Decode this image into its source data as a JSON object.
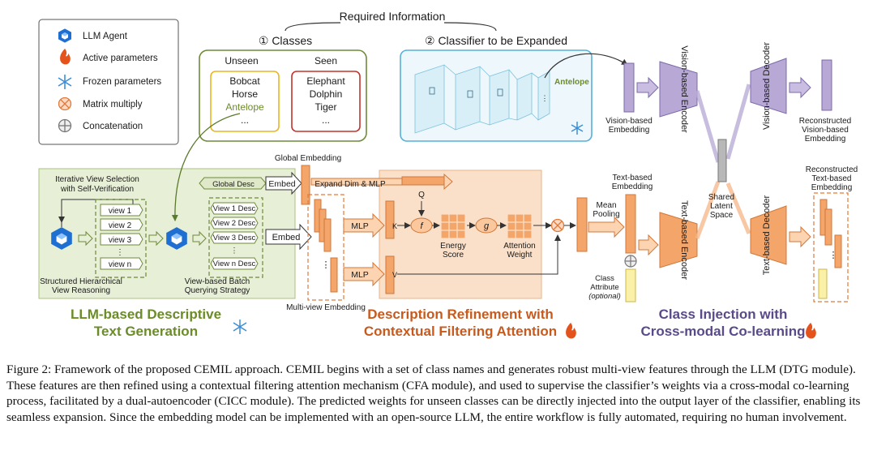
{
  "legend": {
    "llm_agent": "LLM Agent",
    "active": "Active parameters",
    "frozen": "Frozen parameters",
    "matmul": "Matrix multiply",
    "concat": "Concatenation"
  },
  "required": {
    "title": "Required Information",
    "classes_title": "① Classes",
    "classifier_title": "② Classifier to be Expanded",
    "unseen_label": "Unseen",
    "seen_label": "Seen",
    "unseen": [
      "Bobcat",
      "Horse",
      "Antelope",
      "..."
    ],
    "seen": [
      "Elephant",
      "Dolphin",
      "Tiger",
      "..."
    ],
    "new_class": "Antelope"
  },
  "dtg": {
    "iter_title_1": "Iterative View Selection",
    "iter_title_2": "with Self-Verification",
    "views": [
      "view 1",
      "view 2",
      "view 3",
      "⋮",
      "view n"
    ],
    "descs": [
      "View 1 Desc",
      "View 2 Desc",
      "View 3 Desc",
      "⋮",
      "View n Desc"
    ],
    "global_desc": "Global Desc",
    "embed": "Embed",
    "reason_1": "Structured Hierarchical",
    "reason_2": "View Reasoning",
    "query_1": "View-based Batch",
    "query_2": "Querying Strategy",
    "title_1": "LLM-based Descriptive",
    "title_2": "Text Generation"
  },
  "cfa": {
    "global_embedding": "Global Embedding",
    "expand": "Expand Dim & MLP",
    "q": "Q",
    "k": "K",
    "v": "V",
    "mlp": "MLP",
    "f": "f",
    "g": "g",
    "energy_1": "Energy",
    "energy_2": "Score",
    "attn_1": "Attention",
    "attn_2": "Weight",
    "multi_view": "Multi-view Embedding",
    "title_1": "Description Refinement with",
    "title_2": "Contextual Filtering Attention"
  },
  "cicc": {
    "vision_emb_1": "Vision-based",
    "vision_emb_2": "Embedding",
    "text_emb_1": "Text-based",
    "text_emb_2": "Embedding",
    "mean_1": "Mean",
    "mean_2": "Pooling",
    "class_attr_1": "Class",
    "class_attr_2": "Attribute",
    "class_attr_3": "(optional)",
    "vision_encoder": "Vision-based Encoder",
    "text_encoder": "Text-based Encoder",
    "vision_decoder": "Vision-based Decoder",
    "text_decoder": "Text-based Decoder",
    "shared_1": "Shared",
    "shared_2": "Latent",
    "shared_3": "Space",
    "rec_vis_1": "Reconstructed",
    "rec_vis_2": "Vision-based",
    "rec_vis_3": "Embedding",
    "rec_txt_1": "Reconstructed",
    "rec_txt_2": "Text-based",
    "rec_txt_3": "Embedding",
    "title_1": "Class Injection with",
    "title_2": "Cross-modal Co-learning"
  },
  "caption": "Figure 2: Framework of the proposed CEMIL approach. CEMIL begins with a set of class names and generates robust multi-view features through the LLM (DTG module). These features are then refined using a contextual filtering attention mechanism (CFA module), and used to supervise the classifier’s weights via a cross-modal co-learning process, facilitated by a dual-autoencoder (CICC module). The predicted weights for unseen classes can be directly injected into the output layer of the classifier, enabling its seamless expansion. Since the embedding model can be implemented with an open-source LLM, the entire workflow is fully automated, requiring no human involvement."
}
